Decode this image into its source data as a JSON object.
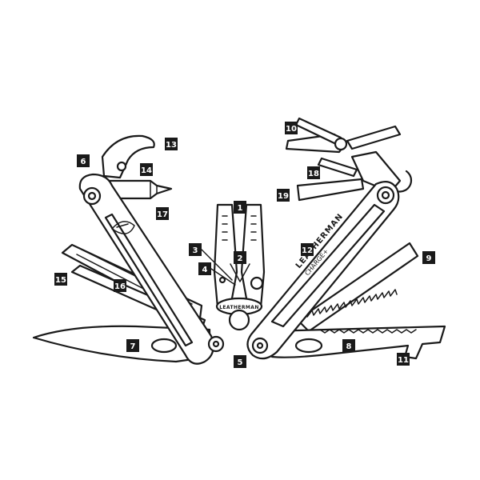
{
  "diagram": {
    "brand_text": "LEATHERMAN",
    "model_text": "CHARGE+",
    "reg_mark": "®",
    "pivot_text": "LEATHERMAN",
    "colors": {
      "ink": "#1a1a1a",
      "background": "#ffffff",
      "callout_fill": "#1a1a1a",
      "callout_text": "#ffffff"
    },
    "callouts": [
      {
        "id": "c1",
        "label": "1"
      },
      {
        "id": "c2",
        "label": "2"
      },
      {
        "id": "c3",
        "label": "3"
      },
      {
        "id": "c4",
        "label": "4"
      },
      {
        "id": "c5",
        "label": "5"
      },
      {
        "id": "c6",
        "label": "6"
      },
      {
        "id": "c7",
        "label": "7"
      },
      {
        "id": "c8",
        "label": "8"
      },
      {
        "id": "c9",
        "label": "9"
      },
      {
        "id": "c10",
        "label": "10"
      },
      {
        "id": "c11",
        "label": "11"
      },
      {
        "id": "c12",
        "label": "12"
      },
      {
        "id": "c13",
        "label": "13"
      },
      {
        "id": "c14",
        "label": "14"
      },
      {
        "id": "c15",
        "label": "15"
      },
      {
        "id": "c16",
        "label": "16"
      },
      {
        "id": "c17",
        "label": "17"
      },
      {
        "id": "c18",
        "label": "18"
      },
      {
        "id": "c19",
        "label": "19"
      }
    ]
  }
}
